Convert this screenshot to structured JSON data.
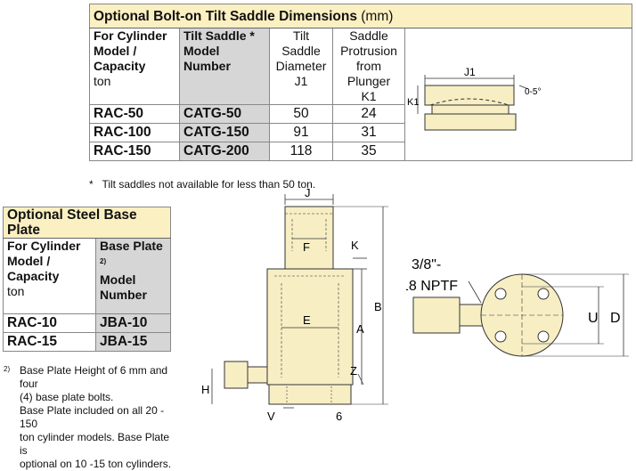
{
  "tilt_saddle": {
    "title": "Optional Bolt-on Tilt Saddle Dimensions",
    "unit": "(mm)",
    "headers": {
      "model_lines": [
        "For Cylinder",
        "Model /",
        "Capacity"
      ],
      "model_unit": "ton",
      "saddle_lines": [
        "Tilt Saddle *",
        "Model",
        "Number"
      ],
      "diameter_lines": [
        "Tilt",
        "Saddle",
        "Diameter",
        "J1"
      ],
      "protrusion_lines": [
        "Saddle",
        "Protrusion",
        "from Plunger",
        "K1"
      ]
    },
    "rows": [
      {
        "model": "RAC-50",
        "saddle": "CATG-50",
        "j1": "50",
        "k1": "24"
      },
      {
        "model": "RAC-100",
        "saddle": "CATG-150",
        "j1": "91",
        "k1": "31"
      },
      {
        "model": "RAC-150",
        "saddle": "CATG-200",
        "j1": "118",
        "k1": "35"
      }
    ],
    "footnote_mark": "*",
    "footnote": "Tilt saddles not available for less than 50 ton.",
    "diagram_labels": {
      "j1": "J1",
      "k1": "K1",
      "angle": "0-5°"
    }
  },
  "base_plate": {
    "title": "Optional Steel Base Plate",
    "headers": {
      "model_lines": [
        "For Cylinder",
        "Model /",
        "Capacity"
      ],
      "model_unit": "ton",
      "plate_lines": [
        "Base Plate",
        "Model",
        "Number"
      ],
      "plate_sup": "2)"
    },
    "rows": [
      {
        "model": "RAC-10",
        "plate": "JBA-10"
      },
      {
        "model": "RAC-15",
        "plate": "JBA-15"
      }
    ],
    "note_mark": "2)",
    "note_lines": [
      "Base Plate Height of 6 mm and four",
      "(4) base plate bolts.",
      "Base Plate included on all 20 - 150",
      "ton cylinder models. Base Plate is",
      "optional on 10 -15 ton cylinders."
    ]
  },
  "cylinder_diagram": {
    "labels": {
      "j": "J",
      "f": "F",
      "k": "K",
      "b": "B",
      "a": "A",
      "e": "E",
      "z": "Z",
      "h": "H",
      "v": "V",
      "six": "6"
    }
  },
  "top_view": {
    "port_line1": "3/8\"-",
    "port_line2": "18 NPTF",
    "labels": {
      "u": "U",
      "d": "D"
    }
  },
  "colors": {
    "title_bg": "#fbf0c2",
    "gray_col": "#d6d6d6",
    "part_fill": "#f7eec4"
  }
}
